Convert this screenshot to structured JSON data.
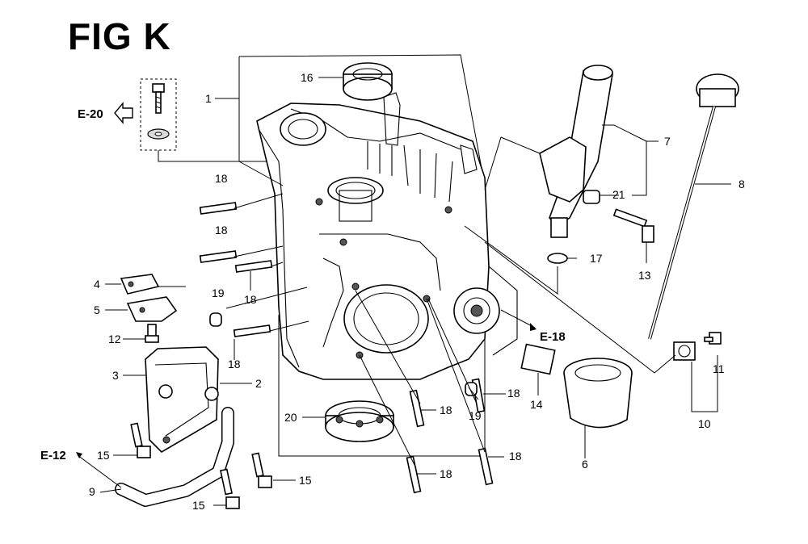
{
  "figure": {
    "title": "FIG K"
  },
  "references": {
    "e20": "E-20",
    "e18": "E-18",
    "e12": "E-12"
  },
  "callouts": {
    "c1": "1",
    "c2": "2",
    "c3": "3",
    "c4": "4",
    "c5": "5",
    "c6": "6",
    "c7": "7",
    "c8": "8",
    "c9": "9",
    "c10": "10",
    "c11": "11",
    "c12": "12",
    "c13": "13",
    "c14": "14",
    "c15a": "15",
    "c15b": "15",
    "c15c": "15",
    "c16": "16",
    "c17": "17",
    "c18a": "18",
    "c18b": "18",
    "c18c": "18",
    "c18d": "18",
    "c18e": "18",
    "c18f": "18",
    "c18g": "18",
    "c18h": "18",
    "c19a": "19",
    "c19b": "19",
    "c20": "20",
    "c21": "21"
  }
}
